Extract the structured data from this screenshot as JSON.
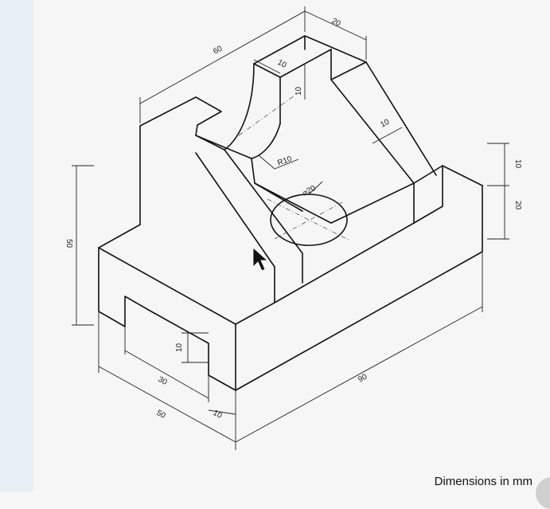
{
  "dimensions": {
    "d_20_top": "20",
    "d_60": "60",
    "d_10_slot": "10",
    "d_10_depth": "10",
    "d_10_rib": "10",
    "d_R10": "R10",
    "d_phi20": "⌀20",
    "d_10_right": "10",
    "d_20_right": "20",
    "d_50_height": "50",
    "d_10_notch": "10",
    "d_30": "30",
    "d_50_width": "50",
    "d_10_bottom": "10",
    "d_90": "90"
  },
  "footer_note": "Dimensions in mm"
}
